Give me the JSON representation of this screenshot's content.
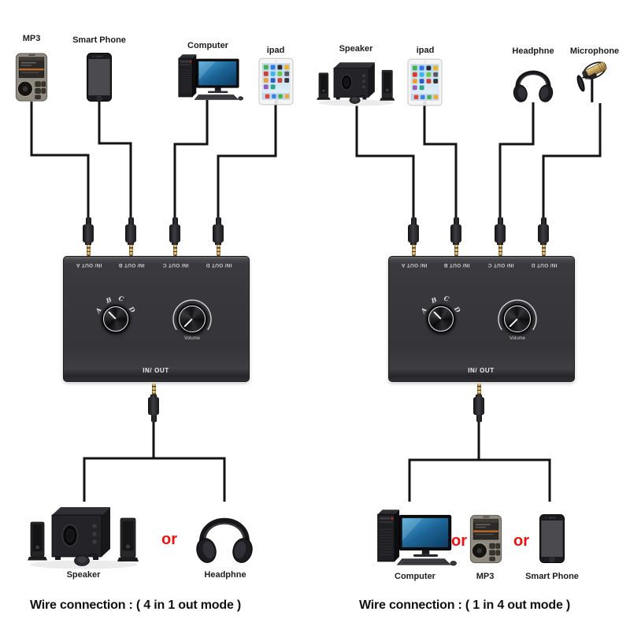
{
  "diagram_type": "audio-switcher-wire-connection",
  "colors": {
    "background": "#ffffff",
    "or_red": "#ee1111",
    "wire_black": "#131313",
    "box_gray": "#3a3a3d",
    "plug_gold": "#c9a35f"
  },
  "switch_box": {
    "jack_labels": [
      "IN/ OUT A",
      "IN/ OUT B",
      "IN/ OUT C",
      "IN/ OUT D"
    ],
    "selector_letters": [
      "A",
      "B",
      "C",
      "D"
    ],
    "volume_label": "Volume",
    "io_label": "IN/ OUT"
  },
  "left_diagram": {
    "caption": "Wire connection : ( 4 in 1 out mode )",
    "top_devices": [
      {
        "label": "MP3",
        "icon": "mp3-player-icon"
      },
      {
        "label": "Smart Phone",
        "icon": "smartphone-icon"
      },
      {
        "label": "Computer",
        "icon": "desktop-computer-icon"
      },
      {
        "label": "ipad",
        "icon": "tablet-icon"
      }
    ],
    "or_label": "or",
    "bottom_devices": [
      {
        "label": "Speaker",
        "icon": "speaker-system-icon"
      },
      {
        "label": "Headphne",
        "icon": "headphones-icon"
      }
    ]
  },
  "right_diagram": {
    "caption": "Wire connection : ( 1 in 4 out mode )",
    "top_devices": [
      {
        "label": "Speaker",
        "icon": "speaker-system-icon"
      },
      {
        "label": "ipad",
        "icon": "tablet-icon"
      },
      {
        "label": "Headphne",
        "icon": "headphones-icon"
      },
      {
        "label": "Microphone",
        "icon": "microphone-icon"
      }
    ],
    "or_labels": [
      "or",
      "or"
    ],
    "bottom_devices": [
      {
        "label": "Computer",
        "icon": "desktop-computer-icon"
      },
      {
        "label": "MP3",
        "icon": "mp3-player-icon"
      },
      {
        "label": "Smart Phone",
        "icon": "smartphone-icon"
      }
    ]
  }
}
